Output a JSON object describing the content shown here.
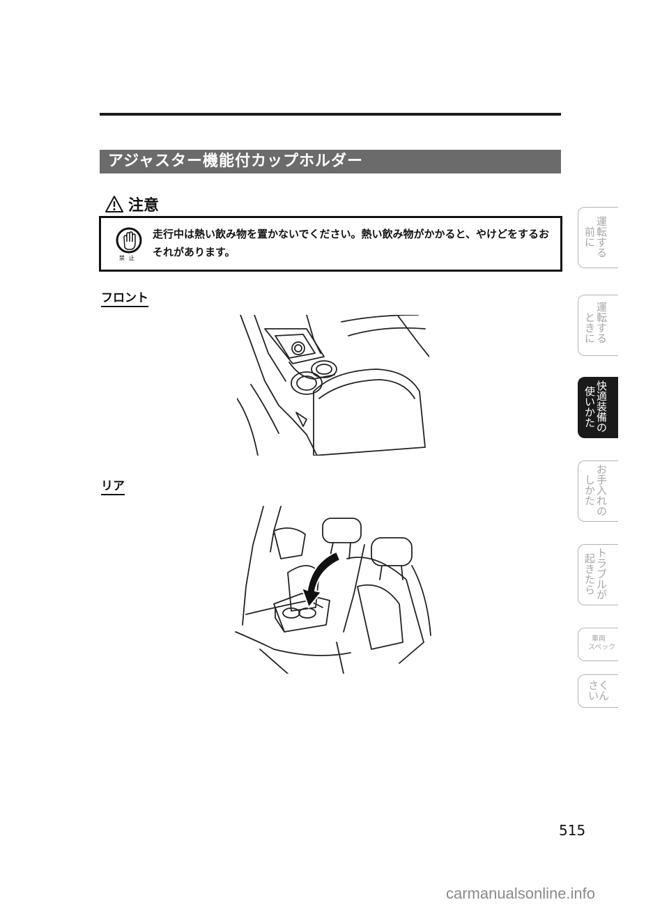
{
  "section": {
    "title": "アジャスター機能付カップホルダー"
  },
  "caution": {
    "heading": "注意",
    "prohibit_label": "禁止",
    "text": "走行中は熱い飲み物を置かないでください。熱い飲み物がかかると、やけどをするおそれがあります。"
  },
  "front": {
    "heading": "フロント"
  },
  "rear": {
    "heading": "リア"
  },
  "tabs": [
    {
      "text": "運転する前に"
    },
    {
      "text": "運転するときに"
    },
    {
      "text": "快適装備の使いかた"
    },
    {
      "text": "お手入れのしかた"
    },
    {
      "text": "トラブルが起きたら"
    },
    {
      "text": "車両スペック"
    },
    {
      "text": "さくいん"
    }
  ],
  "page_number": "515",
  "watermark": "carmanualsonline.info"
}
